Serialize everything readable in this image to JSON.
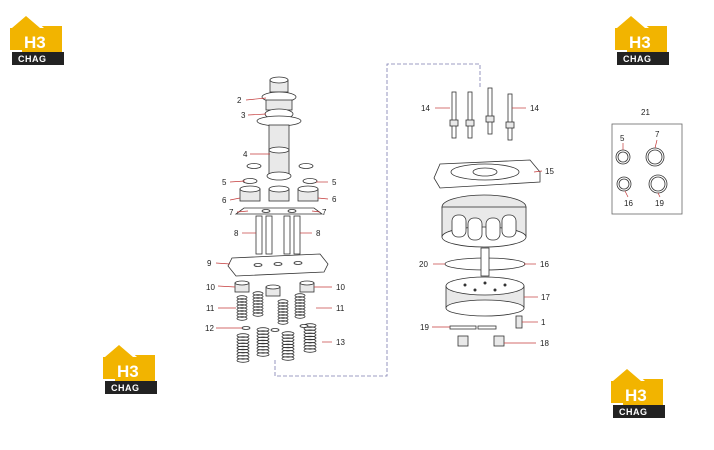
{
  "logo": {
    "top_text": "H3",
    "sub_text": "CHAG"
  },
  "callouts": {
    "c1": "1",
    "c2": "2",
    "c3": "3",
    "c4": "4",
    "c5": "5",
    "c5b": "5",
    "c6": "6",
    "c6b": "6",
    "c7": "7",
    "c7b": "7",
    "c8": "8",
    "c8b": "8",
    "c9": "9",
    "c10": "10",
    "c10b": "10",
    "c11": "11",
    "c11b": "11",
    "c12": "12",
    "c13": "13",
    "c14": "14",
    "c14b": "14",
    "c15": "15",
    "c16": "16",
    "c16b": "16",
    "c17": "17",
    "c18": "18",
    "c19": "19",
    "c19b": "19",
    "c20": "20",
    "c21": "21",
    "c5k": "5",
    "c7k": "7"
  }
}
